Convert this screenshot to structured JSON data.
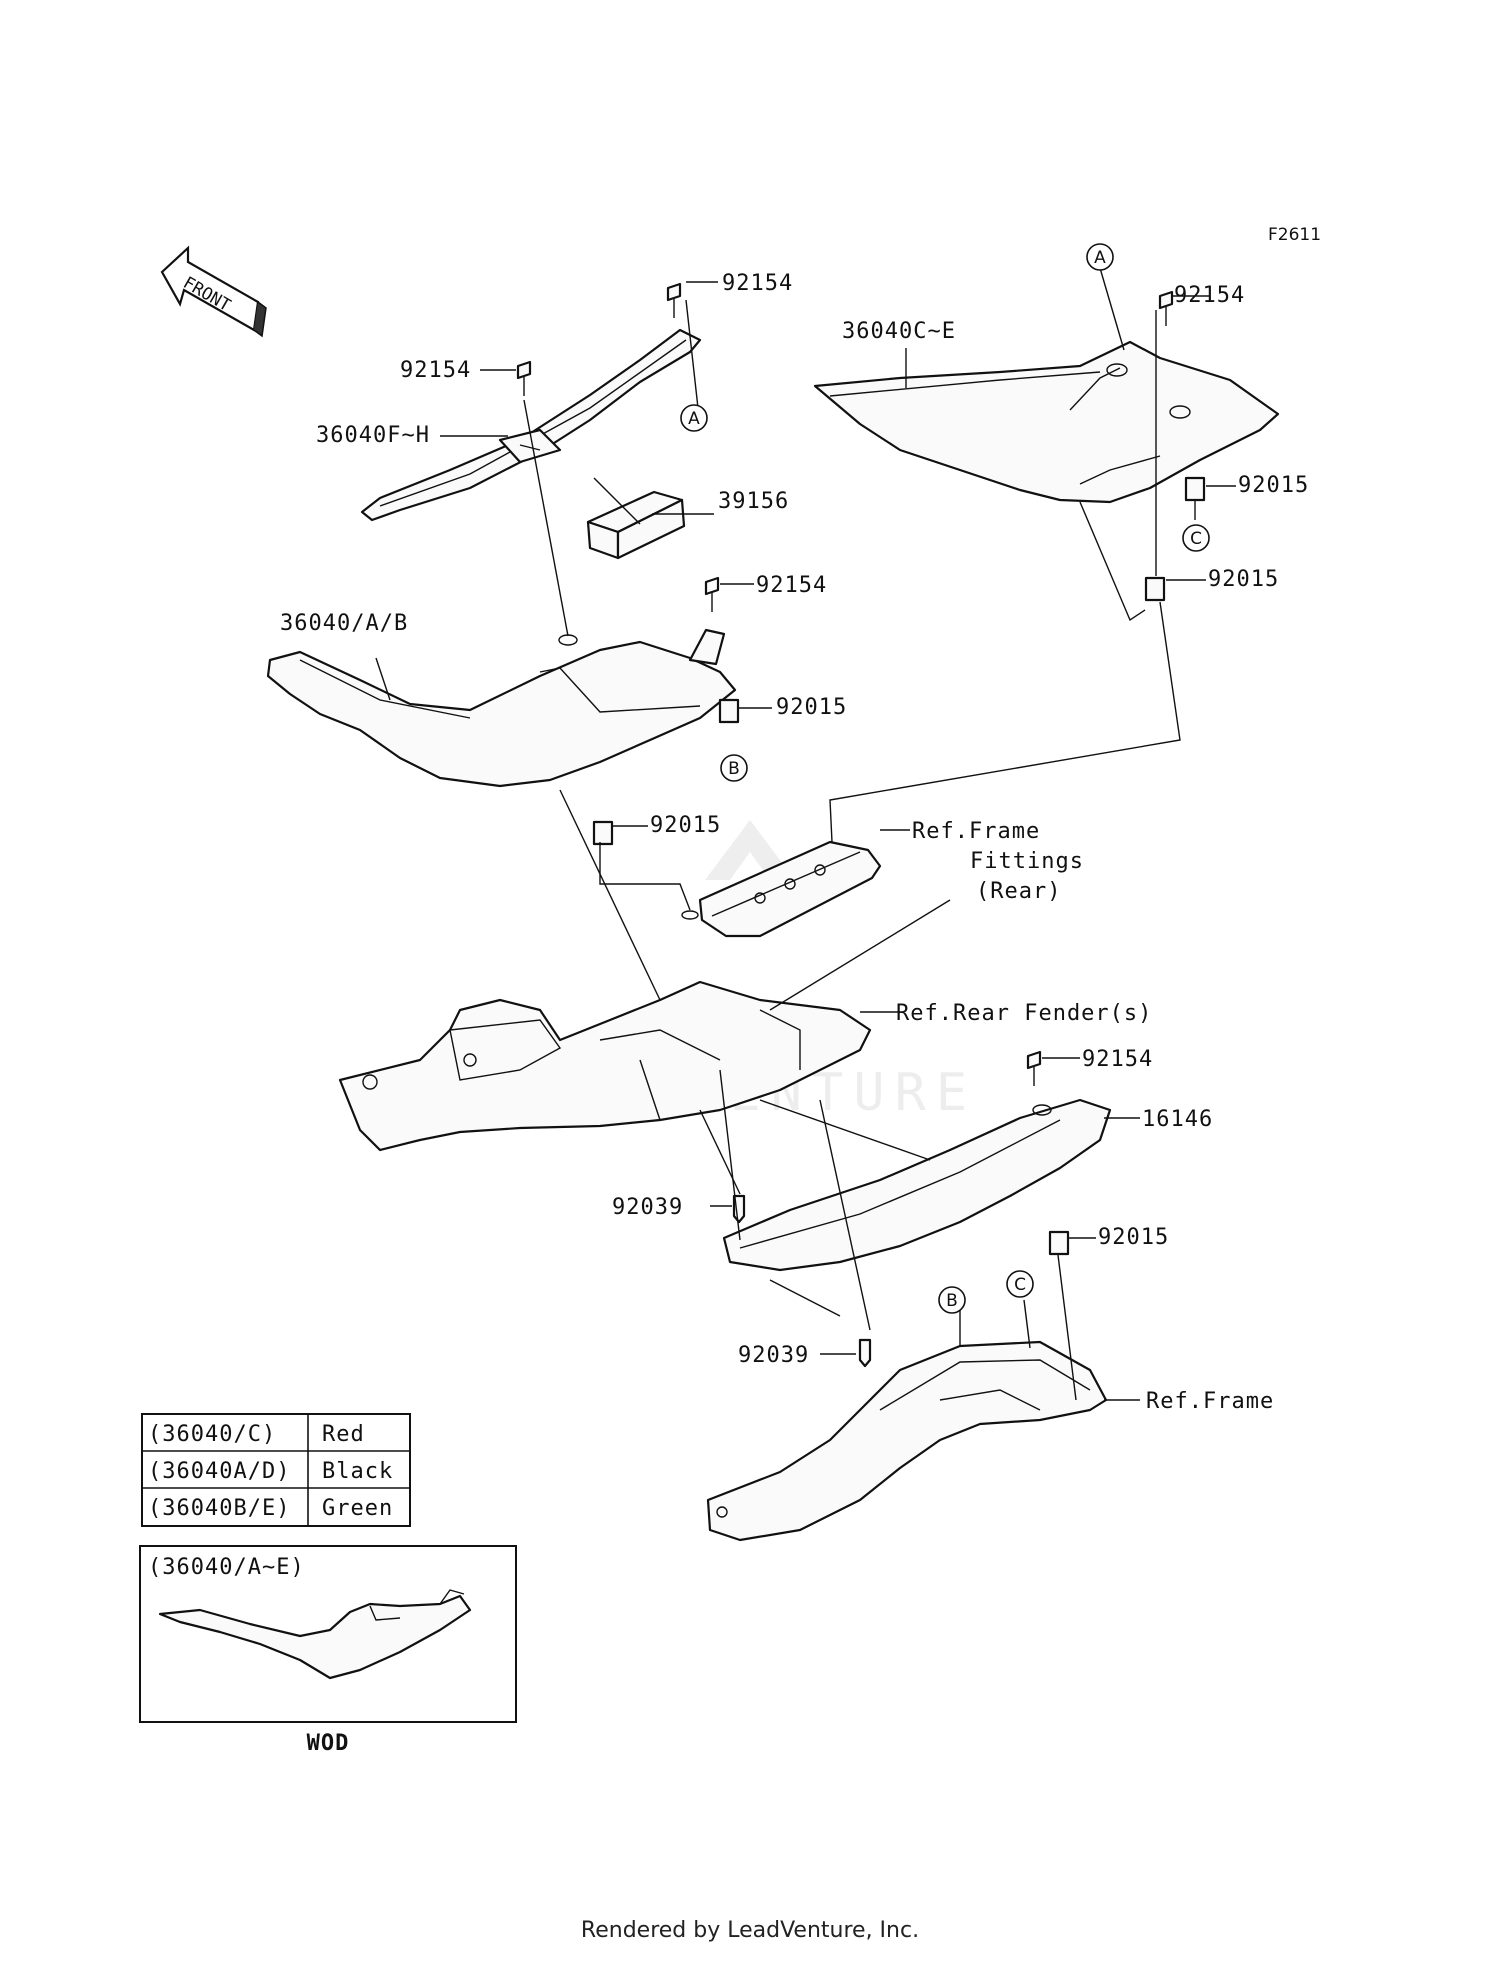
{
  "figure_id": "F2611",
  "front_label": "FRONT",
  "callouts": [
    "A",
    "A",
    "B",
    "B",
    "C",
    "C"
  ],
  "parts": {
    "p92154_a": "92154",
    "p92154_b": "92154",
    "p92154_c": "92154",
    "p92154_d": "92154",
    "p92154_e": "92154",
    "p36040F_H": "36040F~H",
    "p39156": "39156",
    "p36040C_E": "36040C~E",
    "p92015_a": "92015",
    "p92015_b": "92015",
    "p92015_c": "92015",
    "p92015_d": "92015",
    "p92015_e": "92015",
    "p36040_A_B": "36040/A/B",
    "ref_frame_fittings_1": "Ref.Frame",
    "ref_frame_fittings_2": "Fittings",
    "ref_frame_fittings_3": "(Rear)",
    "ref_rear_fender": "Ref.Rear Fender(s)",
    "p16146": "16146",
    "p92039_a": "92039",
    "p92039_b": "92039",
    "ref_frame": "Ref.Frame"
  },
  "color_table": [
    {
      "code": "(36040/C)",
      "color": "Red"
    },
    {
      "code": "(36040A/D)",
      "color": "Black"
    },
    {
      "code": "(36040B/E)",
      "color": "Green"
    }
  ],
  "inset": {
    "title": "(36040/A~E)",
    "caption": "WOD"
  },
  "watermark": "LEADVENTURE",
  "footer": "Rendered by LeadVenture, Inc."
}
